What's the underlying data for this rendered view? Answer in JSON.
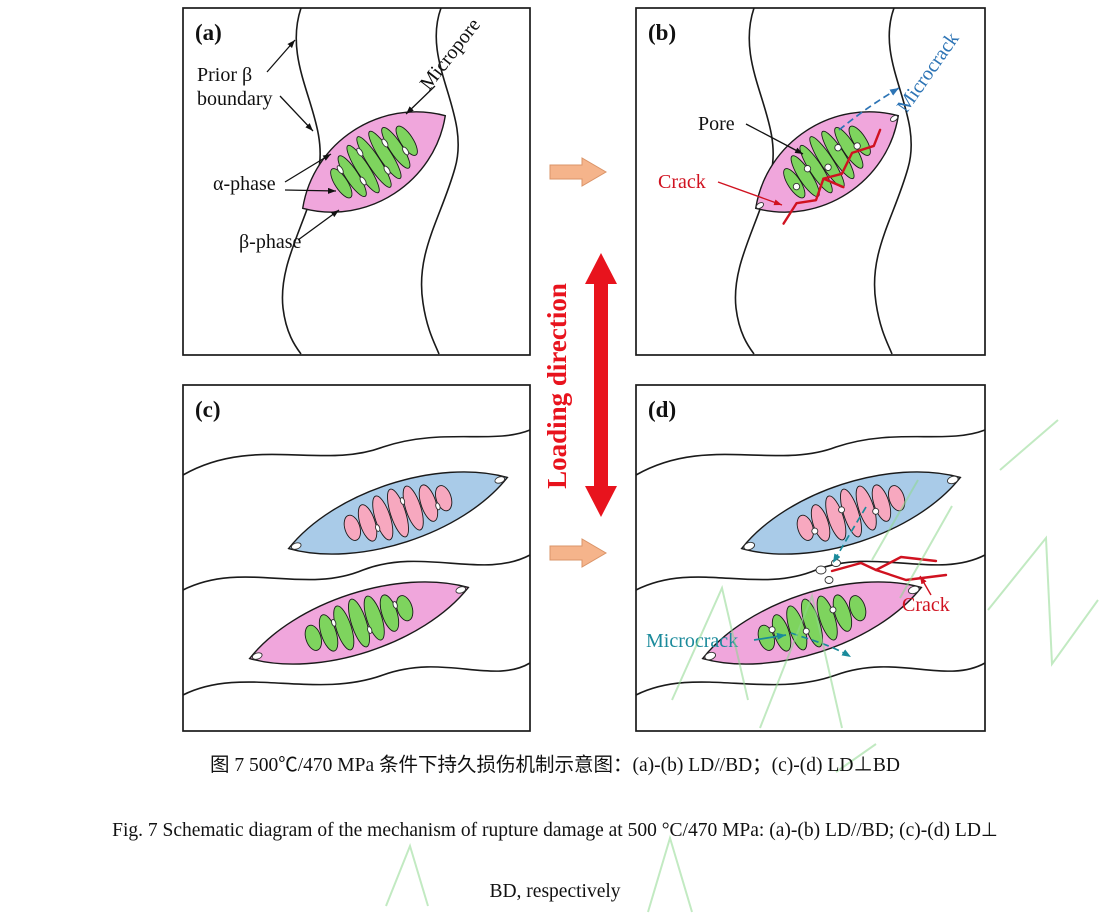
{
  "figure": {
    "center": {
      "loading_direction": "Loading direction"
    },
    "panels": {
      "a": {
        "tag": "(a)",
        "labels": {
          "prior_beta_1": "Prior β",
          "prior_beta_2": "boundary",
          "micropore": "Micropore",
          "alpha_phase": "α-phase",
          "beta_phase": "β-phase"
        }
      },
      "b": {
        "tag": "(b)",
        "labels": {
          "pore": "Pore",
          "crack": "Crack",
          "microcrack": "Microcrack"
        }
      },
      "c": {
        "tag": "(c)"
      },
      "d": {
        "tag": "(d)",
        "labels": {
          "microcrack": "Microcrack",
          "crack": "Crack"
        }
      }
    },
    "colors": {
      "alpha_green": "#7ed45e",
      "lamella_pink": "#f7a8bf",
      "beta_pink": "#f0a6dc",
      "colony_blue": "#a9cbe8",
      "crack_red": "#d01220",
      "loading_red": "#e8131d",
      "microcrack_blue": "#2d74b5",
      "microcrack_teal": "#1a8a9b",
      "arrow_peach": "#f5b48b",
      "watermark_green": "#8fd88f"
    }
  },
  "caption": {
    "chinese": "图 7 500℃/470 MPa 条件下持久损伤机制示意图：(a)-(b) LD//BD；(c)-(d) LD⊥BD",
    "english_1": "Fig. 7 Schematic diagram of the mechanism of rupture damage at 500 °C/470 MPa: (a)-(b) LD//BD; (c)-(d) LD⊥",
    "english_2": "BD, respectively"
  }
}
